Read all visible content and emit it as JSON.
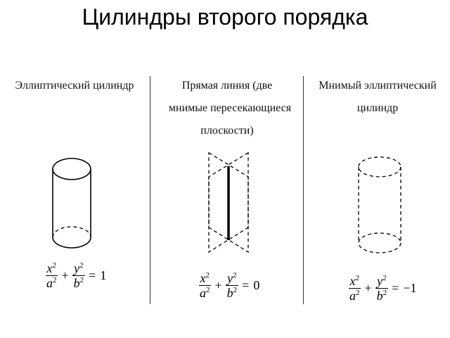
{
  "title": "Цилиндры второго порядка",
  "columns": [
    {
      "label_lines": [
        "Эллиптический цилиндр"
      ],
      "equation": {
        "x_var": "x",
        "x_pow": "2",
        "a_var": "a",
        "a_pow": "2",
        "plus": "+",
        "y_var": "y",
        "y_pow": "2",
        "b_var": "b",
        "b_pow": "2",
        "eq": "=",
        "rhs": "1"
      }
    },
    {
      "label_lines": [
        "Прямая линия (две",
        "мнимые пересекающиеся",
        "плоскости)"
      ],
      "equation": {
        "x_var": "x",
        "x_pow": "2",
        "a_var": "a",
        "a_pow": "2",
        "plus": "+",
        "y_var": "y",
        "y_pow": "2",
        "b_var": "b",
        "b_pow": "2",
        "eq": "=",
        "rhs": "0"
      }
    },
    {
      "label_lines": [
        "Мнимый эллиптический",
        "цилиндр"
      ],
      "equation": {
        "x_var": "x",
        "x_pow": "2",
        "a_var": "a",
        "a_pow": "2",
        "plus": "+",
        "y_var": "y",
        "y_pow": "2",
        "b_var": "b",
        "b_pow": "2",
        "eq": "=",
        "rhs": "−1"
      }
    }
  ]
}
